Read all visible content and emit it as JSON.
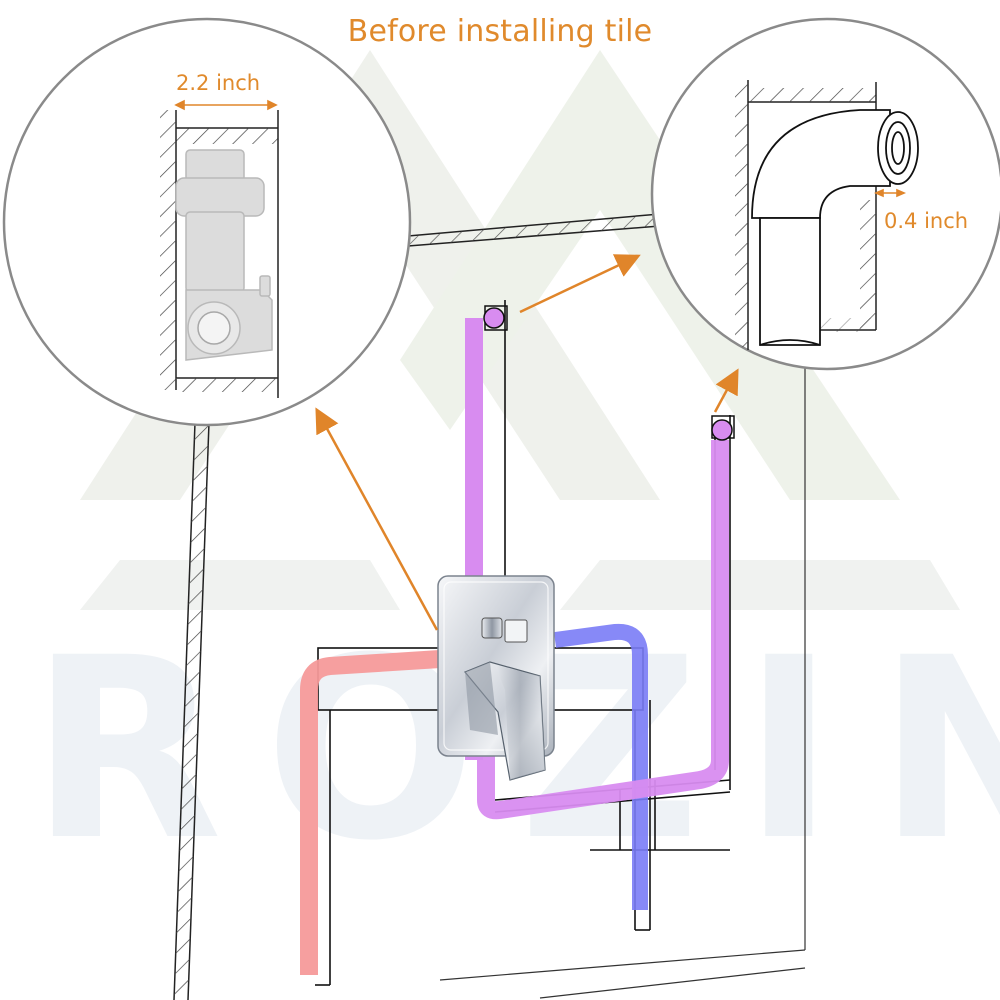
{
  "title": "Before installing tile",
  "left_dimension": "2.2 inch",
  "right_dimension": "0.4 inch",
  "watermark": "ROZIN",
  "colors": {
    "accent": "#e08a2c",
    "hot_pipe": "#f59a9a",
    "cold_pipe": "#7a7cf6",
    "outlet_pipe": "#d88cf0",
    "watermark": "#eef2f6",
    "circle_border": "#8a8a8a"
  },
  "icons": [
    "mixing-valve-icon",
    "diverter-knob-icon",
    "elbow-fitting-icon",
    "valve-body-icon"
  ]
}
